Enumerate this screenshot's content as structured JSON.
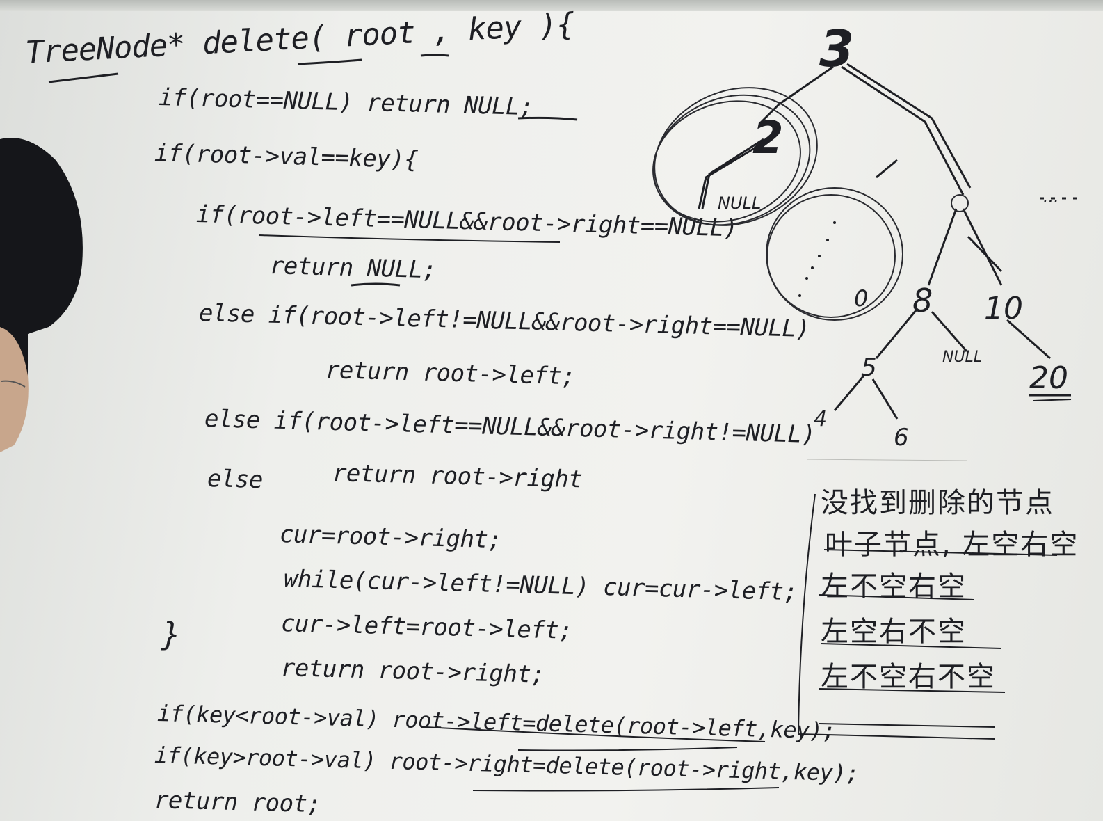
{
  "code": {
    "heading": "TreeNode* delete( root , key ){",
    "lines": [
      "if(root==NULL) return NULL;",
      "if(root->val==key){",
      "if(root->left==NULL&&root->right==NULL)",
      "return NULL;",
      "else if(root->left!=NULL&&root->right==NULL)",
      "return root->left;",
      "else if(root->left==NULL&&root->right!=NULL)",
      "else",
      "return root->right",
      "cur=root->right;",
      "while(cur->left!=NULL) cur=cur->left;",
      "cur->left=root->left;",
      "}",
      "return root->right;",
      "if(key<root->val) root->left=delete(root->left,key);",
      "if(key>root->val) root->right=delete(root->right,key);",
      "return root;"
    ]
  },
  "tree": {
    "nodes": [
      "3",
      "2",
      "NULL",
      "0",
      "8",
      "10",
      "5",
      "20",
      "4",
      "6",
      "...",
      "NULL"
    ]
  },
  "notes": {
    "lines": [
      "没找到删除的节点",
      "叶子节点, 左空右空",
      "左不空右空",
      "左空右不空",
      "左不空右不空"
    ]
  }
}
